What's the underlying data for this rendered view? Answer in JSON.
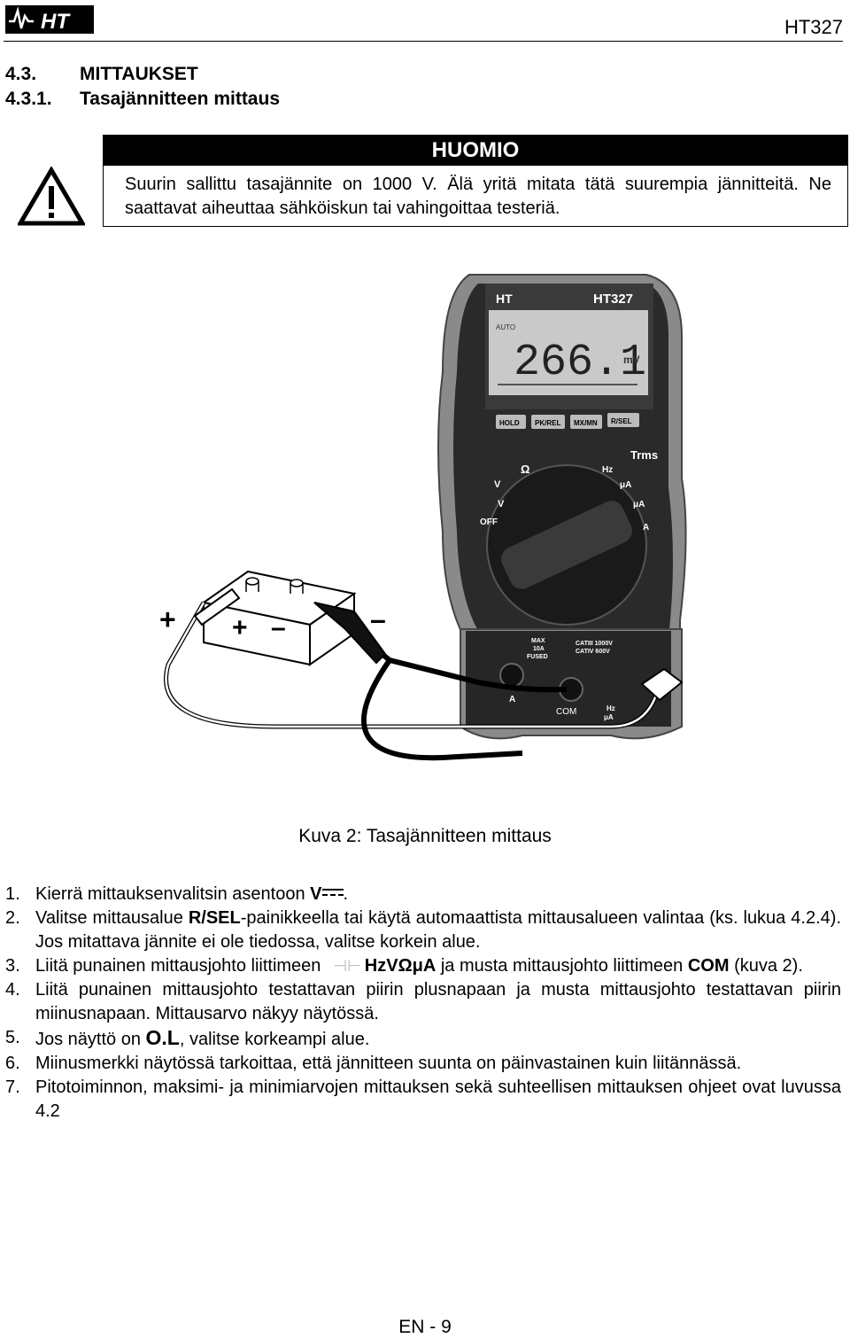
{
  "header": {
    "logo_text": "HT",
    "model": "HT327"
  },
  "section": {
    "num": "4.3.",
    "title": "MITTAUKSET"
  },
  "subsection": {
    "num": "4.3.1.",
    "title": "Tasajännitteen mittaus"
  },
  "note": {
    "title": "HUOMIO",
    "text": "Suurin sallittu tasajännite on 1000 V. Älä yritä mitata tätä suurempia jännitteitä. Ne saattavat aiheuttaa sähköiskun tai vahingoittaa testeriä."
  },
  "figure": {
    "brand": "HT",
    "model": "HT327",
    "auto": "AUTO",
    "reading": "266.1",
    "unit": "mV",
    "buttons": [
      "HOLD",
      "PK/REL",
      "MX/MN",
      "R/SEL"
    ],
    "trms": "Trms",
    "dial": {
      "off": "OFF",
      "v_ac": "V",
      "v_dc": "V",
      "ohm": "Ω",
      "hz": "Hz",
      "ua_ac": "μA",
      "ua_dc": "μA",
      "a": "A"
    },
    "terminals": {
      "fused": [
        "MAX",
        "10A",
        "FUSED"
      ],
      "cat": [
        "CATIII 1000V",
        "CATIV 600V"
      ],
      "a": "A",
      "com": "COM",
      "hz": "Hz",
      "ua": "μA"
    },
    "plus_outer": "+",
    "plus_inner": "+",
    "minus_inner": "–",
    "minus_outer": "–"
  },
  "caption": "Kuva 2: Tasajännitteen mittaus",
  "steps": [
    {
      "num": "1.",
      "pre": "Kierrä mittauksenvalitsin asentoon ",
      "bold": "V",
      "post": "."
    },
    {
      "num": "2.",
      "pre": "Valitse mittausalue ",
      "bold": "R/SEL",
      "post": "-painikkeella tai käytä automaattista mittausalueen valintaa (ks. lukua 4.2.4). Jos mitattava jännite ei ole tiedossa, valitse korkein alue."
    },
    {
      "num": "3.",
      "pre": "Liitä punainen mittausjohto liittimeen",
      "bold": "HzVΩμA",
      "mid": " ja musta mittausjohto liittimeen ",
      "bold2": "COM",
      "post": " (kuva 2)."
    },
    {
      "num": "4.",
      "text": "Liitä punainen mittausjohto testattavan piirin plusnapaan ja musta mittausjohto testattavan piirin miinusnapaan. Mittausarvo näkyy näytössä."
    },
    {
      "num": "5.",
      "pre": "Jos näyttö on ",
      "bold": "O.L",
      "post": ", valitse korkeampi alue."
    },
    {
      "num": "6.",
      "text": "Miinusmerkki näytössä tarkoittaa, että jännitteen suunta on päinvastainen kuin liitännässä."
    },
    {
      "num": "7.",
      "text": "Pitotoiminnon, maksimi- ja minimiarvojen mittauksen sekä suhteellisen mittauksen ohjeet ovat luvussa 4.2"
    }
  ],
  "footer": "EN - 9"
}
